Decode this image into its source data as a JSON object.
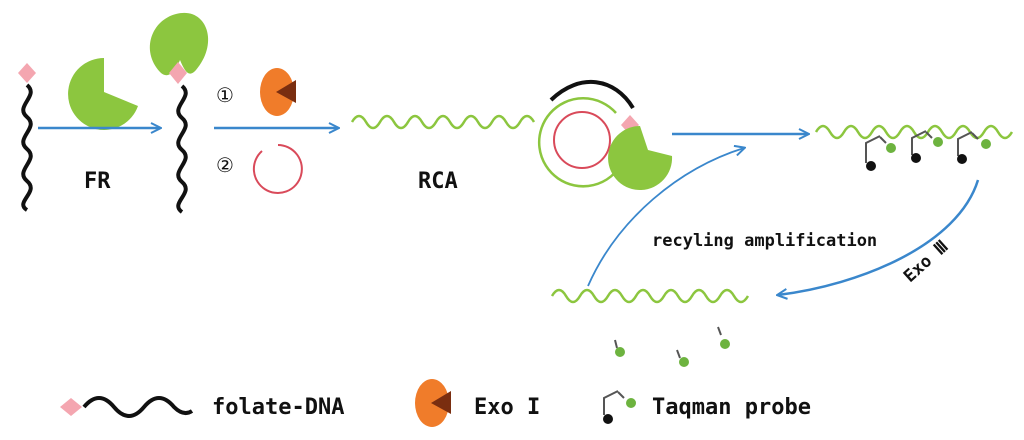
{
  "labels": {
    "fr": "FR",
    "step1": "①",
    "step2": "②",
    "rca": "RCA",
    "recycling": "recyling amplification",
    "exo3": "Exo Ⅲ"
  },
  "legend": {
    "folate_dna": "folate-DNA",
    "exo1": "Exo I",
    "taqman": "Taqman probe"
  },
  "colors": {
    "receptor": "#8cc63f",
    "folate": "#f4a6b0",
    "exo1": "#f07c2a",
    "exo1_mouth": "#7a2e10",
    "circle_template": "#d94a5a",
    "arrow": "#3a87cc",
    "dna": "#111111",
    "rca_strand": "#8cc63f",
    "probe_quencher": "#111111",
    "probe_fluor": "#6db33f"
  }
}
